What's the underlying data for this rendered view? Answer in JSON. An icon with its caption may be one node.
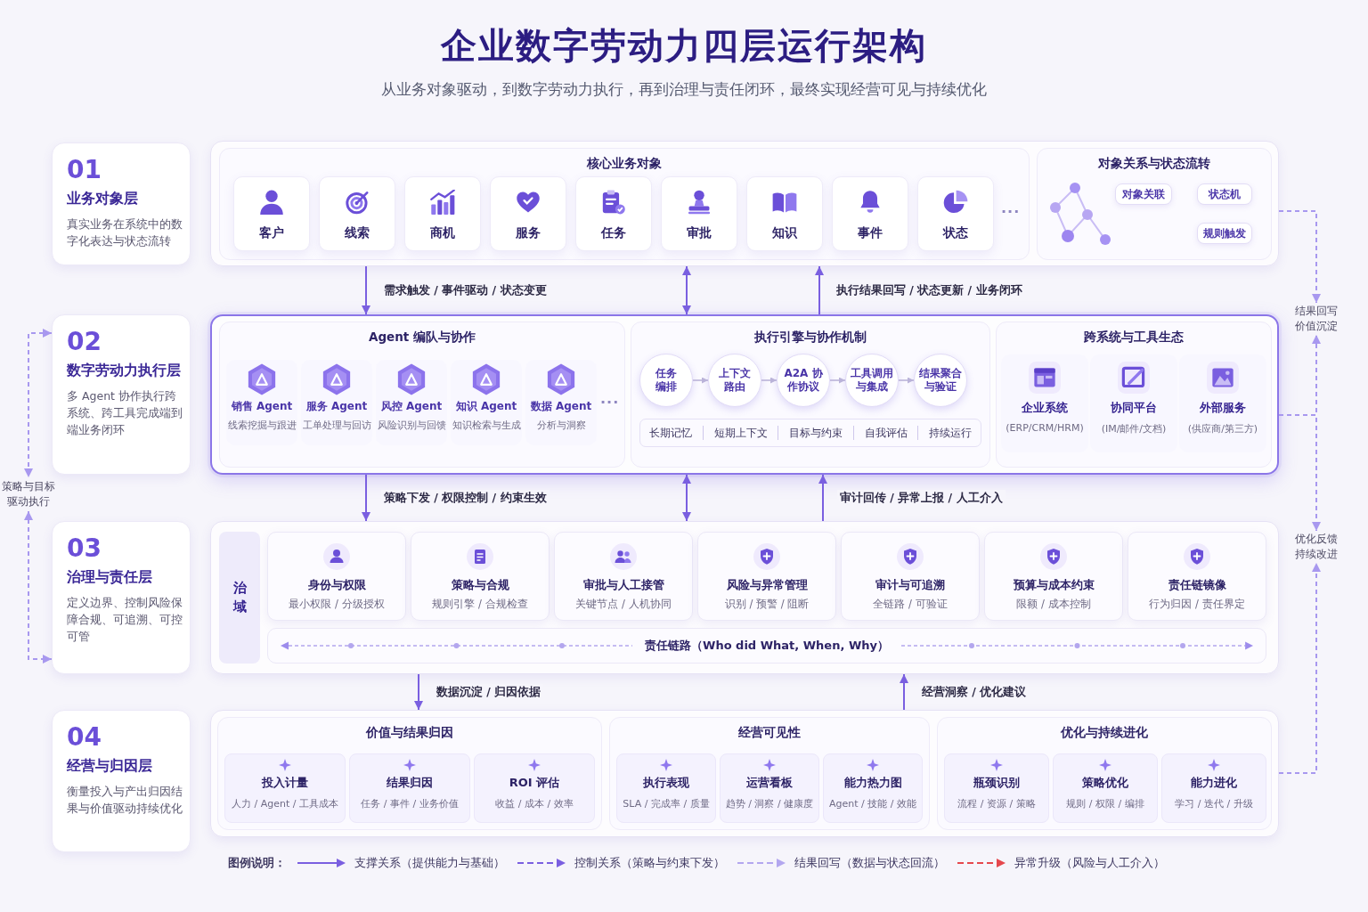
{
  "diagram": {
    "title": "企业数字劳动力四层运行架构",
    "nodes": [
      {
        "text": [
          "01",
          "业务对象层",
          "真实业务在系统中的数字化表达与状态流转"
        ]
      },
      {
        "text": [
          "02",
          "数字劳动力执行层",
          "多 Agent 协作执行跨系统、跨工具完成端到端业务闭环"
        ]
      },
      {
        "text": [
          "03",
          "治理与责任层",
          "定义边界、控制风险保障合规、可追溯、可控可管"
        ]
      },
      {
        "text": [
          "04",
          "经营与归因层",
          "衡量投入与产出归因结果与价值驱动持续优化"
        ]
      },
      {
        "text": [],
        "shape": "box"
      },
      {
        "text": [
          "核心业务对象"
        ],
        "in": 4
      },
      {
        "text": [
          "客户"
        ],
        "in": 5
      },
      {
        "text": [
          "线索"
        ],
        "in": 5
      },
      {
        "text": [
          "商机"
        ],
        "in": 5
      },
      {
        "text": [
          "服务"
        ],
        "in": 5
      },
      {
        "text": [
          "任务"
        ],
        "in": 5
      },
      {
        "text": [
          "审批"
        ],
        "in": 5
      },
      {
        "text": [
          "知识"
        ],
        "in": 5
      },
      {
        "text": [
          "事件"
        ],
        "in": 5
      },
      {
        "text": [
          "状态"
        ],
        "in": 5
      },
      {
        "text": [
          "对象关系与状态流转"
        ],
        "in": 4
      },
      {
        "text": [
          "对象关联"
        ],
        "in": 15
      },
      {
        "text": [
          "状态机"
        ],
        "in": 15
      },
      {
        "text": [
          "规则触发"
        ],
        "in": 15
      },
      {
        "text": [],
        "shape": "box"
      },
      {
        "text": [
          "Agent 编队与协作"
        ],
        "in": 19
      },
      {
        "text": [
          "销售 Agent",
          "线索挖掘与跟进"
        ],
        "in": 20
      },
      {
        "text": [
          "服务 Agent",
          "工单处理与回访"
        ],
        "in": 20
      },
      {
        "text": [
          "风控 Agent",
          "风险识别与回馈"
        ],
        "in": 20
      },
      {
        "text": [
          "知识 Agent",
          "知识检索与生成"
        ],
        "in": 20
      },
      {
        "text": [
          "数据 Agent",
          "分析与洞察"
        ],
        "in": 20
      },
      {
        "text": [
          "执行引擎与协作机制"
        ],
        "in": 19
      },
      {
        "text": [
          "任务编排"
        ],
        "in": 26
      },
      {
        "text": [
          "上下文路由"
        ],
        "in": 26
      },
      {
        "text": [
          "A2A 协作协议"
        ],
        "in": 26
      },
      {
        "text": [
          "工具调用与集成"
        ],
        "in": 26
      },
      {
        "text": [
          "结果聚合与验证"
        ],
        "in": 26
      },
      {
        "text": [
          "长期记忆",
          "短期上下文",
          "目标与约束",
          "自我评估",
          "持续运行"
        ],
        "in": 26
      },
      {
        "text": [
          "跨系统与工具生态"
        ],
        "in": 19
      },
      {
        "text": [
          "企业系统",
          "(ERP/CRM/HRM)"
        ],
        "in": 33
      },
      {
        "text": [
          "协同平台",
          "(IM/邮件/文档)"
        ],
        "in": 33
      },
      {
        "text": [
          "外部服务",
          "(供应商/第三方)"
        ],
        "in": 33
      },
      {
        "text": [],
        "shape": "box"
      },
      {
        "text": [
          "治域"
        ],
        "in": 37
      },
      {
        "text": [
          "身份与权限",
          "最小权限 / 分级授权"
        ],
        "in": 37
      },
      {
        "text": [
          "策略与合规",
          "规则引擎 / 合规检查"
        ],
        "in": 37
      },
      {
        "text": [
          "审批与人工接管",
          "关键节点 / 人机协同"
        ],
        "in": 37
      },
      {
        "text": [
          "风险与异常管理",
          "识别 / 预警 / 阻断"
        ],
        "in": 37
      },
      {
        "text": [
          "审计与可追溯",
          "全链路 / 可验证"
        ],
        "in": 37
      },
      {
        "text": [
          "预算与成本约束",
          "限额 / 成本控制"
        ],
        "in": 37
      },
      {
        "text": [
          "责任链镜像",
          "行为归因 / 责任界定"
        ],
        "in": 37
      },
      {
        "text": [
          "责任链路（Who did What, When, Why）"
        ],
        "in": 37
      },
      {
        "text": [],
        "shape": "box"
      },
      {
        "text": [
          "价值与结果归因"
        ],
        "in": 47
      },
      {
        "text": [
          "投入计量",
          "人力 / Agent / 工具成本"
        ],
        "in": 48
      },
      {
        "text": [
          "结果归因",
          "任务 / 事件 / 业务价值"
        ],
        "in": 48
      },
      {
        "text": [
          "ROI 评估",
          "收益 / 成本 / 效率"
        ],
        "in": 48
      },
      {
        "text": [
          "经营可见性"
        ],
        "in": 47
      },
      {
        "text": [
          "执行表现",
          "SLA / 完成率 / 质量"
        ],
        "in": 52
      },
      {
        "text": [
          "运营看板",
          "趋势 / 洞察 / 健康度"
        ],
        "in": 52
      },
      {
        "text": [
          "能力热力图",
          "Agent / 技能 / 效能"
        ],
        "in": 52
      },
      {
        "text": [
          "优化与持续进化"
        ],
        "in": 47
      },
      {
        "text": [
          "瓶颈识别",
          "流程 / 资源 / 策略"
        ],
        "in": 56
      },
      {
        "text": [
          "策略优化",
          "规则 / 权限 / 编排"
        ],
        "in": 56
      },
      {
        "text": [
          "能力进化",
          "学习 / 迭代 / 升级"
        ],
        "in": 56
      },
      {
        "text": [
          "策略与目标驱动执行"
        ]
      },
      {
        "text": [
          "结果回写价值沉淀"
        ]
      },
      {
        "text": [
          "优化反馈持续改进"
        ]
      }
    ],
    "edges": [
      {
        "from": 4,
        "to": 19,
        "arrow": "to",
        "label": "需求触发 / 事件驱动 / 状态变更"
      },
      {
        "from": 4,
        "to": 19,
        "arrow": "both"
      },
      {
        "from": 19,
        "to": 4,
        "arrow": "to",
        "label": "执行结果回写 / 状态更新 / 业务闭环"
      },
      {
        "from": 19,
        "to": 37,
        "arrow": "to",
        "label": "策略下发 / 权限控制 / 约束生效"
      },
      {
        "from": 19,
        "to": 37,
        "arrow": "both"
      },
      {
        "from": 37,
        "to": 19,
        "arrow": "to",
        "label": "审计回传 / 异常上报 / 人工介入"
      },
      {
        "from": 37,
        "to": 47,
        "arrow": "to",
        "label": "数据沉淀 / 归因依据"
      },
      {
        "from": 47,
        "to": 37,
        "arrow": "to",
        "label": "经营洞察 / 优化建议"
      },
      {
        "from": 27,
        "to": 28,
        "arrow": "to",
        "color": "#bab3d9"
      },
      {
        "from": 28,
        "to": 29,
        "arrow": "to",
        "color": "#bab3d9"
      },
      {
        "from": 29,
        "to": 30,
        "arrow": "to",
        "color": "#bab3d9"
      },
      {
        "from": 30,
        "to": 31,
        "arrow": "to",
        "color": "#bab3d9"
      },
      {
        "from": 1,
        "to": 60,
        "arrow": "both",
        "style": "dashed",
        "color": "#a898ef"
      },
      {
        "from": 60,
        "to": 2,
        "arrow": "both",
        "style": "dashed",
        "color": "#a898ef"
      },
      {
        "from": 4,
        "to": 61,
        "arrow": "to",
        "style": "dashed",
        "color": "#a898ef"
      },
      {
        "from": 19,
        "to": 61,
        "arrow": "to",
        "style": "dashed",
        "color": "#a898ef"
      },
      {
        "from": 19,
        "to": 62,
        "arrow": "to",
        "style": "dashed",
        "color": "#a898ef"
      },
      {
        "from": 47,
        "to": 62,
        "arrow": "to",
        "style": "dashed",
        "color": "#a898ef"
      }
    ],
    "labels": [
      "从业务对象驱动，到数字劳动力执行，再到治理与责任闭环，最终实现经营可见与持续优化",
      "...",
      "...",
      "图例说明："
    ],
    "legend": [
      {
        "text": "支撑关系（提供能力与基础）"
      },
      {
        "text": "控制关系（策略与约束下发）"
      },
      {
        "text": "结果回写（数据与状态回流）"
      },
      {
        "text": "异常升级（风险与人工介入）"
      }
    ]
  }
}
